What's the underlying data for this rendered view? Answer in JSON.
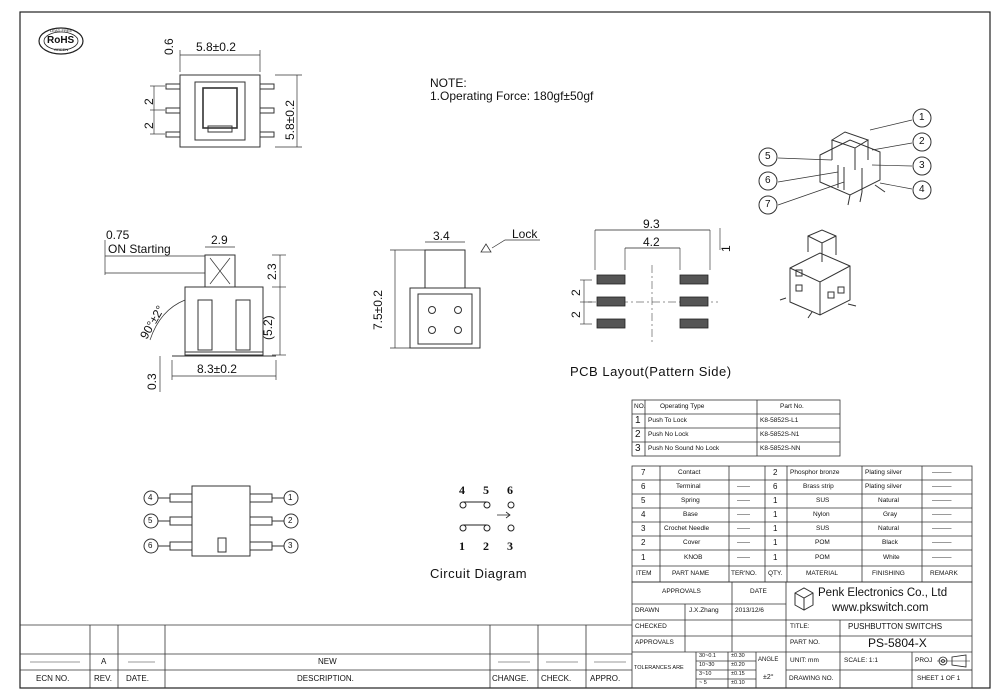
{
  "rohs": {
    "label": "RoHS",
    "ring_top": "LEAD FREE",
    "ring_bottom": "GREEN"
  },
  "note": {
    "title": "NOTE:",
    "line1": "1.Operating Force: 180gf±50gf"
  },
  "top_view": {
    "width": "5.8±0.2",
    "top_gap": "0.6",
    "pitch_a": "2",
    "pitch_b": "2",
    "height": "5.8±0.2"
  },
  "side_view": {
    "stroke": "0.75",
    "on_label": "ON Starting",
    "knob_w": "2.9",
    "knob_h": "2.3",
    "body_h": "(5.2)",
    "angle": "90°±2°",
    "foot": "0.3",
    "width": "8.3±0.2"
  },
  "front_view": {
    "knob_w": "3.4",
    "lock_label": "Lock",
    "height": "7.5±0.2"
  },
  "pcb": {
    "outer": "9.3",
    "inner": "4.2",
    "pad_h": "1",
    "pitch_a": "2",
    "pitch_b": "2",
    "caption": "PCB Layout(Pattern Side)"
  },
  "callouts": [
    "1",
    "2",
    "3",
    "4",
    "5",
    "6",
    "7"
  ],
  "terminals": {
    "left": [
      "4",
      "5",
      "6"
    ],
    "right": [
      "1",
      "2",
      "3"
    ]
  },
  "circuit": {
    "top": [
      "4",
      "5",
      "6"
    ],
    "bottom": [
      "1",
      "2",
      "3"
    ],
    "caption": "Circuit Diagram"
  },
  "part_table": {
    "headers": [
      "NO.",
      "Operating Type",
      "Part No."
    ],
    "rows": [
      [
        "1",
        "Push To Lock",
        "K8-5852S-L1"
      ],
      [
        "2",
        "Push No Lock",
        "K8-5852S-N1"
      ],
      [
        "3",
        "Push No Sound No Lock",
        "K8-5852S-NN"
      ]
    ]
  },
  "bom": {
    "headers": [
      "ITEM",
      "PART NAME",
      "TER'NO.",
      "QTY.",
      "MATERIAL",
      "FINISHING",
      "REMARK"
    ],
    "rows": [
      [
        "7",
        "Contact",
        "",
        "2",
        "Phosphor bronze",
        "Plating silver",
        "———"
      ],
      [
        "6",
        "Terminal",
        "——",
        "6",
        "Brass strip",
        "Plating silver",
        "———"
      ],
      [
        "5",
        "Spring",
        "——",
        "1",
        "SUS",
        "Natural",
        "———"
      ],
      [
        "4",
        "Base",
        "——",
        "1",
        "Nylon",
        "Gray",
        "———"
      ],
      [
        "3",
        "Crochet Needle",
        "——",
        "1",
        "SUS",
        "Natural",
        "———"
      ],
      [
        "2",
        "Cover",
        "——",
        "1",
        "POM",
        "Black",
        "———"
      ],
      [
        "1",
        "KNOB",
        "——",
        "1",
        "POM",
        "White",
        "———"
      ]
    ]
  },
  "title_block": {
    "approvals": "APPROVALS",
    "date": "DATE",
    "drawn": "DRAWN",
    "drawn_by": "J.X.Zhang",
    "drawn_date": "2013/12/6",
    "checked": "CHECKED",
    "approvals2": "APPROVALS",
    "company": "Penk Electronics Co., Ltd",
    "website": "www.pkswitch.com",
    "title_label": "TITLE:",
    "title": "PUSHBUTTON SWITCHS",
    "part_label": "PART NO.",
    "part_no": "PS-5804-X",
    "tol_label": "TOLERANCES ARE",
    "tol_ranges": [
      "30~0.1",
      "10~30",
      "3~10",
      "~ 5"
    ],
    "tol_values": [
      "±0.30",
      "±0.20",
      "±0.15",
      "±0.10"
    ],
    "angle_label": "ANGLE",
    "angle_value": "±2°",
    "unit": "UNIT: mm",
    "scale": "SCALE:  1:1",
    "proj": "PROJ",
    "drawing_no": "DRAWING NO.",
    "sheet": "SHEET  1 OF 1"
  },
  "revision": {
    "row_rev": "A",
    "row_desc": "NEW",
    "headers": [
      "ECN NO.",
      "REV.",
      "DATE.",
      "DESCRIPTION.",
      "CHANGE.",
      "CHECK.",
      "APPRO."
    ]
  }
}
